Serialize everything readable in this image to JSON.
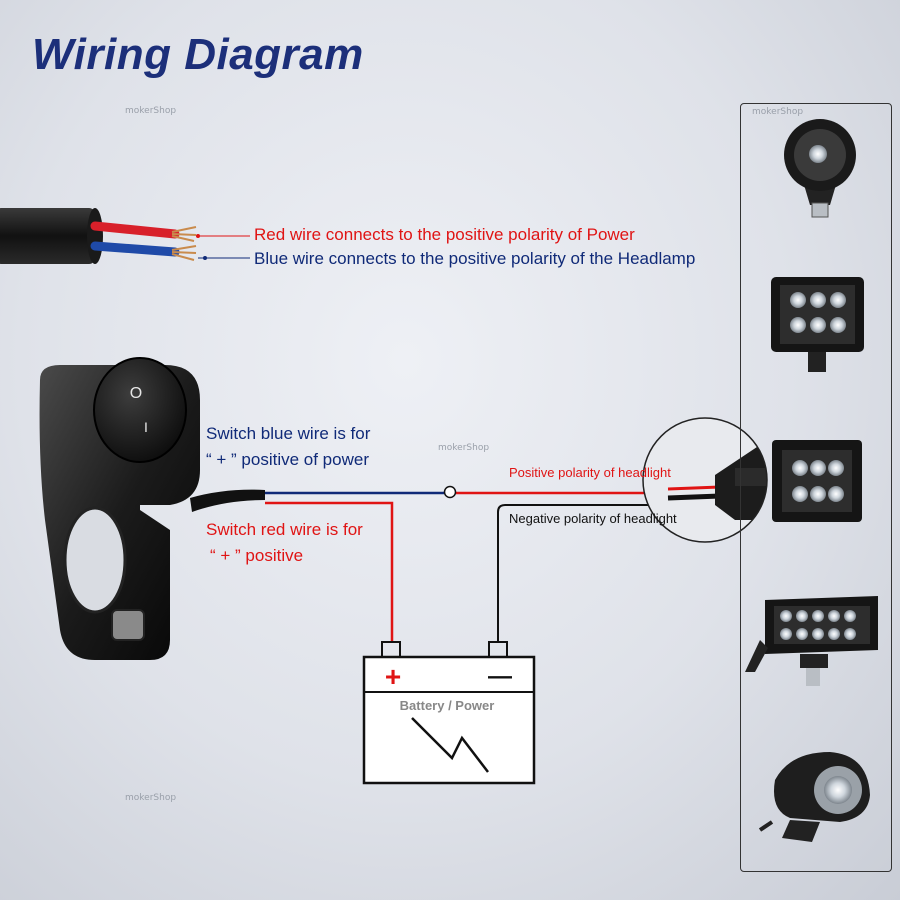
{
  "header": {
    "title": "Wiring Diagram"
  },
  "watermark": "mokerShop",
  "cable_labels": {
    "red": "Red wire connects to the positive polarity of Power",
    "blue": "Blue wire connects to the positive polarity of the Headlamp"
  },
  "switch_labels": {
    "blue_line1": "Switch blue wire is for",
    "blue_line2": "“ + ” positive of power",
    "red_line1": "Switch red wire is for",
    "red_line2": "“ + ” positive"
  },
  "headlight_labels": {
    "positive": "Positive polarity of headlight",
    "negative": "Negative polarity of headlight"
  },
  "battery": {
    "label": "Battery / Power",
    "plus": "+",
    "minus": "—"
  },
  "switch": {
    "on_symbol": "O",
    "off_symbol": "I"
  },
  "colors": {
    "title": "#1c2f7a",
    "red_wire": "#e01414",
    "blue_wire": "#102a78",
    "black_wire": "#111111"
  },
  "lamp_icons": [
    "round-spot-lamp-icon",
    "square-6-led-lamp-icon",
    "square-6-led-lamp-icon",
    "led-bar-lamp-icon",
    "projector-lamp-icon"
  ]
}
